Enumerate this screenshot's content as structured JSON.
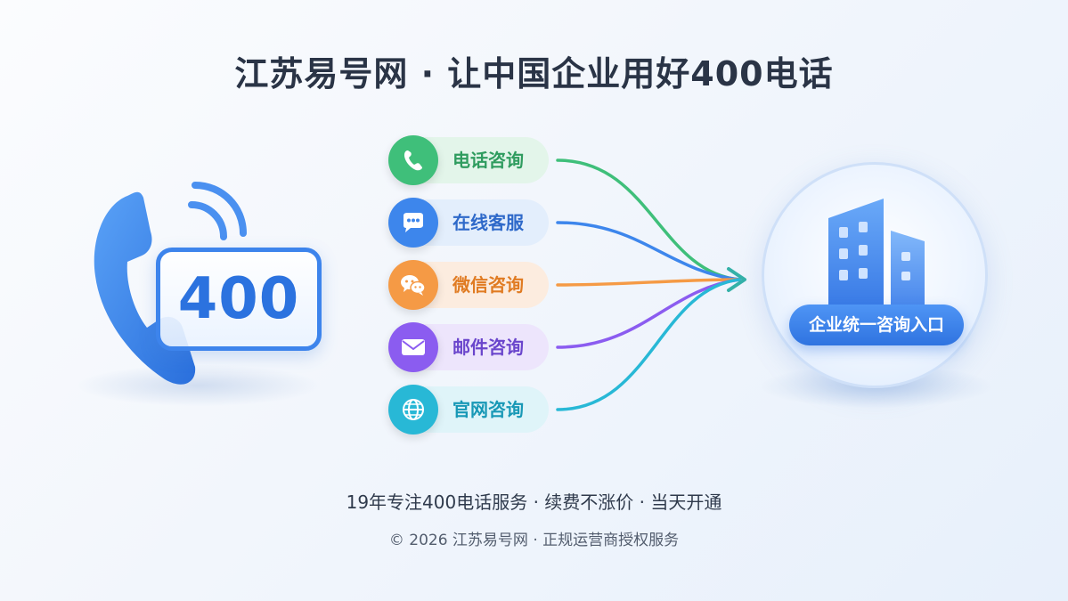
{
  "title": "江苏易号网 · 让中国企业用好400电话",
  "hero_number": "400",
  "channels": [
    {
      "label": "电话咨询",
      "icon": "phone-icon",
      "color": "#3fbf7a",
      "text_color": "#2f9c5f",
      "pill_bg": "#e3f5ea"
    },
    {
      "label": "在线客服",
      "icon": "chat-icon",
      "color": "#3d86ec",
      "text_color": "#2e69c9",
      "pill_bg": "#e3eefc"
    },
    {
      "label": "微信咨询",
      "icon": "wechat-icon",
      "color": "#f59a45",
      "text_color": "#e07b22",
      "pill_bg": "#fcecdf"
    },
    {
      "label": "邮件咨询",
      "icon": "mail-icon",
      "color": "#8b5cf0",
      "text_color": "#6a45cc",
      "pill_bg": "#ede5fc"
    },
    {
      "label": "官网咨询",
      "icon": "globe-icon",
      "color": "#28b8d6",
      "text_color": "#1898b6",
      "pill_bg": "#dff4f9"
    }
  ],
  "destination": {
    "label": "企业统一咨询入口",
    "icon": "building-icon"
  },
  "tagline": "19年专注400电话服务 · 续费不涨价 · 当天开通",
  "copyright": "© 2026 江苏易号网 · 正规运营商授权服务"
}
